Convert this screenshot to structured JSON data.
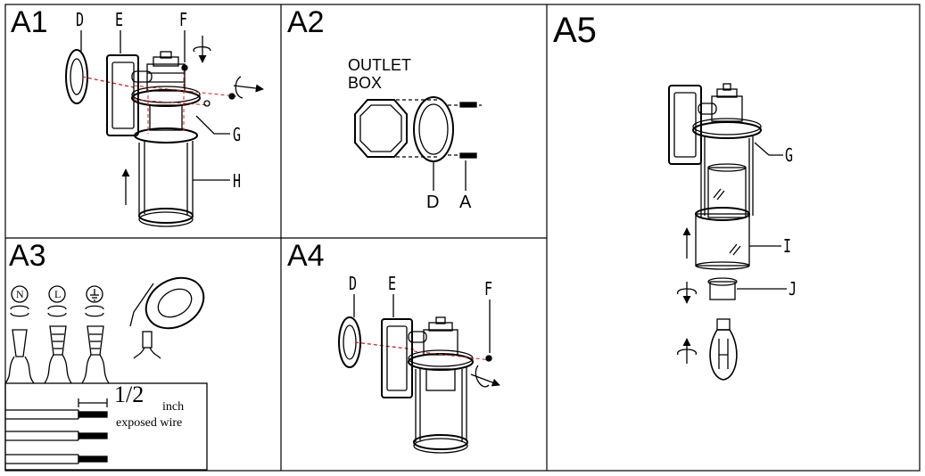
{
  "panels": {
    "a1": {
      "label": "A1",
      "parts": {
        "d": "D",
        "e": "E",
        "f": "F",
        "g": "G",
        "h": "H"
      }
    },
    "a2": {
      "label": "A2",
      "outlet_line1": "OUTLET",
      "outlet_line2": "BOX",
      "parts": {
        "d": "D",
        "a": "A"
      }
    },
    "a3": {
      "label": "A3",
      "terminals": {
        "n": "N",
        "l": "L"
      },
      "fraction": "1/2",
      "unit": "inch",
      "note": "exposed wire"
    },
    "a4": {
      "label": "A4",
      "parts": {
        "d": "D",
        "e": "E",
        "f": "F"
      }
    },
    "a5": {
      "label": "A5",
      "parts": {
        "g": "G",
        "i": "I",
        "j": "J"
      }
    }
  },
  "colors": {
    "line": "#000000",
    "guide": "#d42020",
    "background": "#ffffff"
  }
}
